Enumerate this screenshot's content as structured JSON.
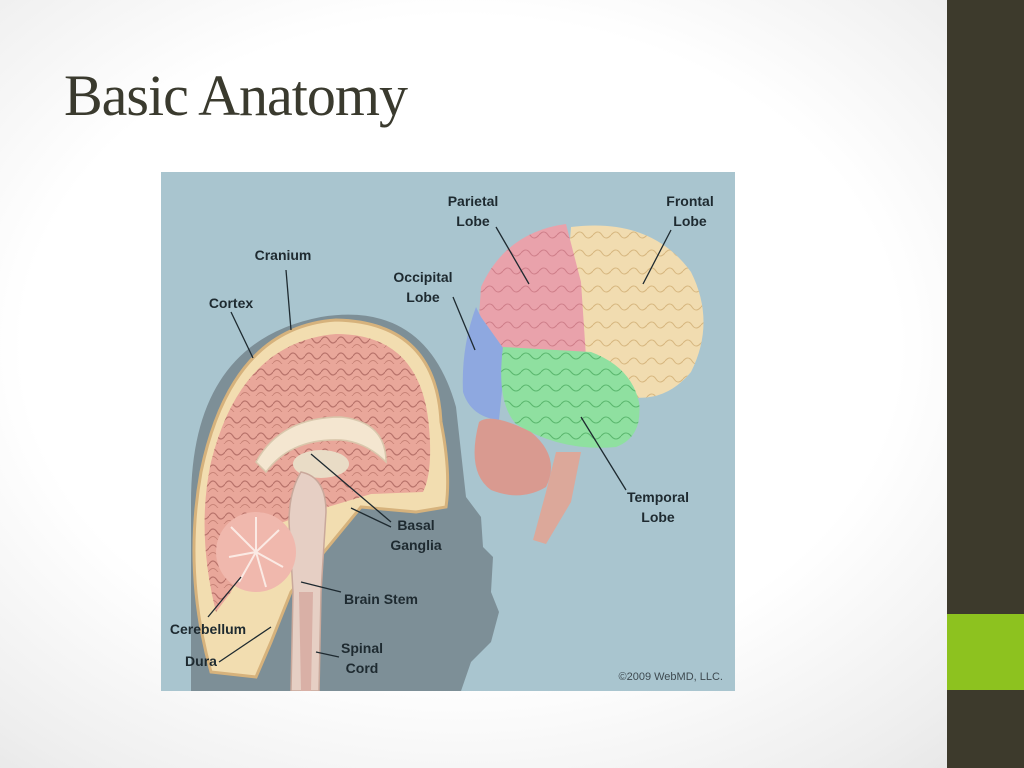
{
  "slide": {
    "title": "Basic Anatomy"
  },
  "theme": {
    "sidebar_color": "#3d3a2c",
    "accent_color": "#8dc21f",
    "figure_background": "#a9c5cf"
  },
  "figure": {
    "labels": {
      "parietal": [
        "Parietal",
        "Lobe"
      ],
      "frontal": [
        "Frontal",
        "Lobe"
      ],
      "cranium": "Cranium",
      "occipital": [
        "Occipital",
        "Lobe"
      ],
      "cortex": "Cortex",
      "basal": [
        "Basal",
        "Ganglia"
      ],
      "temporal": [
        "Temporal",
        "Lobe"
      ],
      "brainstem": "Brain Stem",
      "cerebellum": "Cerebellum",
      "spinal": [
        "Spinal",
        "Cord"
      ],
      "dura": "Dura"
    },
    "copyright": "©2009 WebMD, LLC.",
    "lobe_colors": {
      "frontal": "#f1dcb0",
      "parietal": "#e9a2ab",
      "occipital": "#8ea8e0",
      "temporal": "#8fe0a0",
      "cerebellum": "#d99a90",
      "stem": "#dca89a"
    }
  }
}
